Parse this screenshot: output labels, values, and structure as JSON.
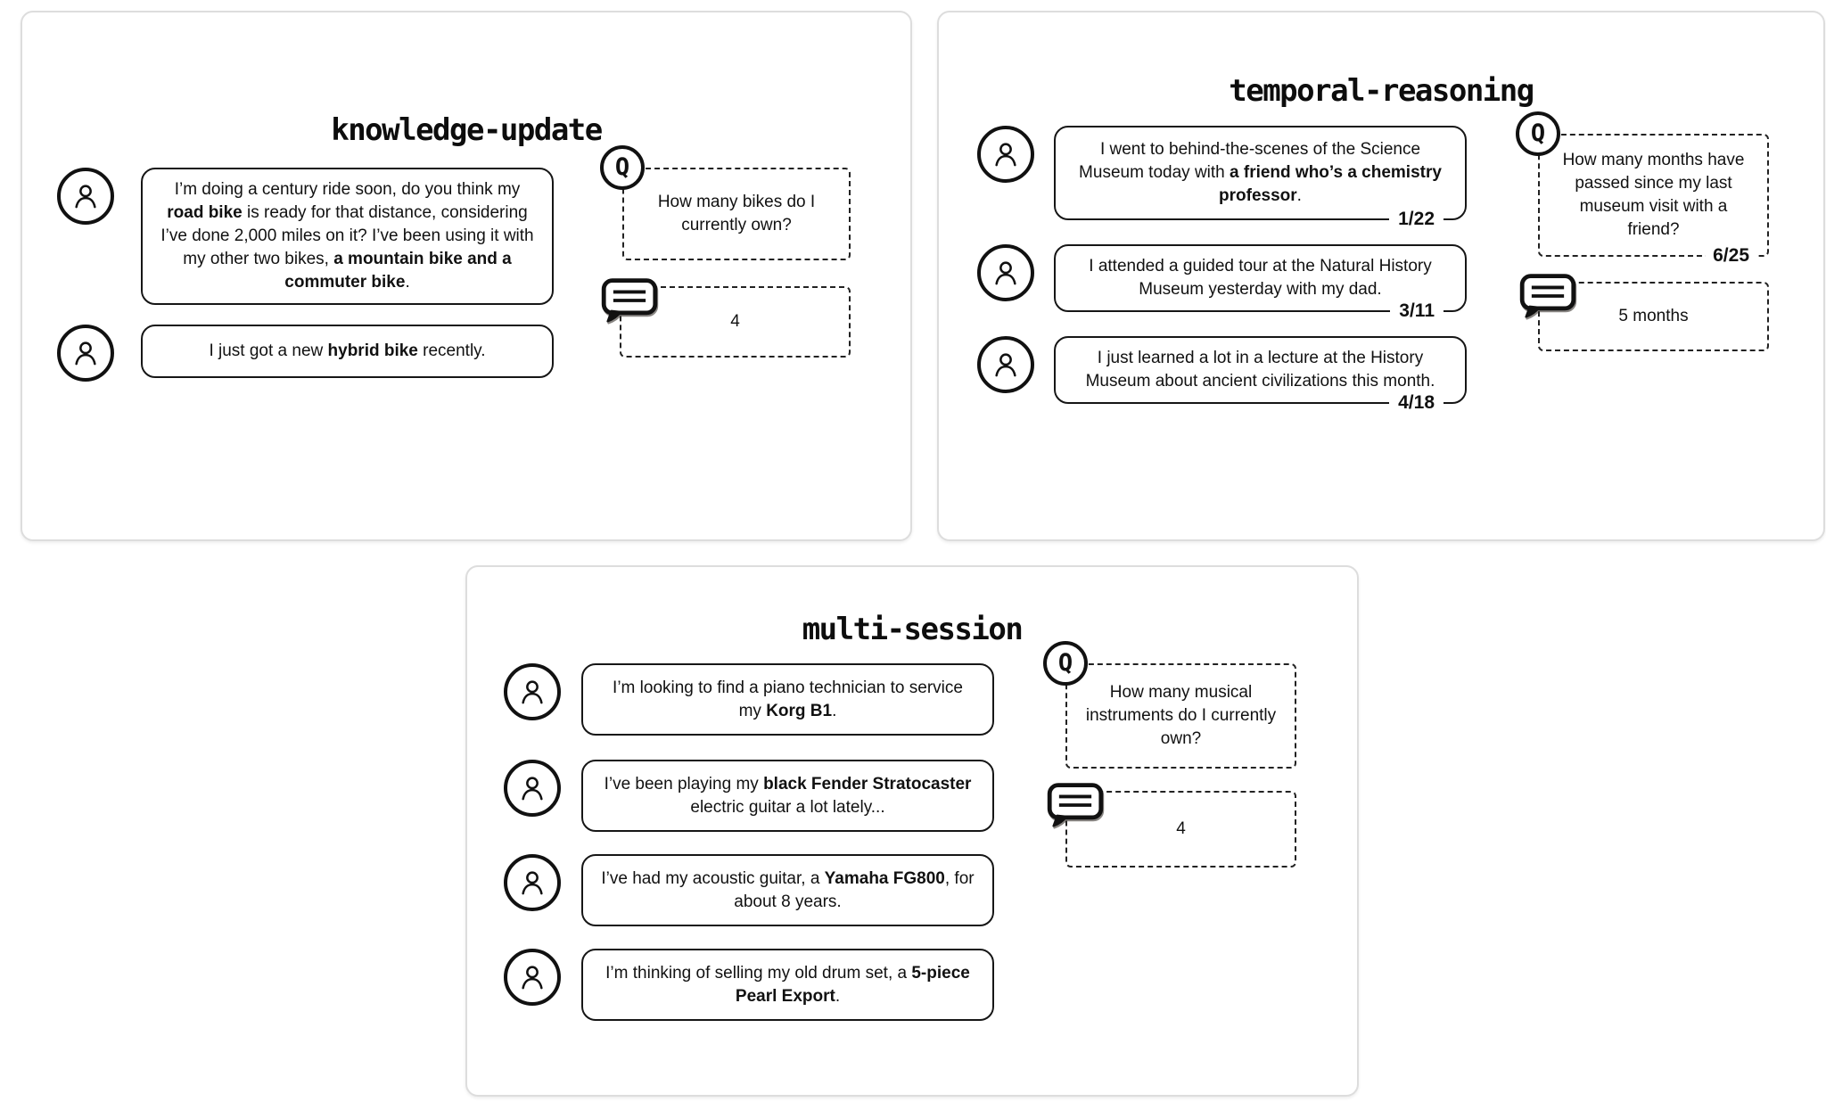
{
  "q_label": "Q",
  "colors": {
    "ink": "#111111",
    "panel_border": "#dddddd"
  },
  "panels": [
    {
      "title": "knowledge-update",
      "messages": [
        {
          "segments": [
            {
              "text": "I’m doing a century ride soon, do you think my ",
              "bold": false
            },
            {
              "text": "road bike",
              "bold": true
            },
            {
              "text": " is ready for that distance, considering I’ve done 2,000 miles on it? I’ve been using it with my other two bikes, ",
              "bold": false
            },
            {
              "text": "a mountain bike and a commuter bike",
              "bold": true
            },
            {
              "text": ".",
              "bold": false
            }
          ],
          "date": null
        },
        {
          "segments": [
            {
              "text": "I just got a new ",
              "bold": false
            },
            {
              "text": "hybrid bike",
              "bold": true
            },
            {
              "text": " recently.",
              "bold": false
            }
          ],
          "date": null
        }
      ],
      "question": {
        "text": "How many bikes do I currently own?",
        "date": null
      },
      "answer": {
        "text": "4"
      }
    },
    {
      "title": "temporal-reasoning",
      "messages": [
        {
          "segments": [
            {
              "text": "I went to behind-the-scenes of the Science Museum today with ",
              "bold": false
            },
            {
              "text": "a friend who’s a chemistry professor",
              "bold": true
            },
            {
              "text": ".",
              "bold": false
            }
          ],
          "date": "1/22"
        },
        {
          "segments": [
            {
              "text": "I attended a guided tour at the Natural History Museum yesterday with my dad.",
              "bold": false
            }
          ],
          "date": "3/11"
        },
        {
          "segments": [
            {
              "text": "I just learned a lot in a lecture at the History Museum about ancient civilizations this month.",
              "bold": false
            }
          ],
          "date": "4/18"
        }
      ],
      "question": {
        "text": "How many months have passed since my last museum visit with a friend?",
        "date": "6/25"
      },
      "answer": {
        "text": "5 months"
      }
    },
    {
      "title": "multi-session",
      "messages": [
        {
          "segments": [
            {
              "text": "I’m looking to find a piano technician to service my ",
              "bold": false
            },
            {
              "text": "Korg B1",
              "bold": true
            },
            {
              "text": ".",
              "bold": false
            }
          ],
          "date": null
        },
        {
          "segments": [
            {
              "text": "I’ve been playing my ",
              "bold": false
            },
            {
              "text": "black Fender Stratocaster",
              "bold": true
            },
            {
              "text": " electric guitar a lot lately...",
              "bold": false
            }
          ],
          "date": null
        },
        {
          "segments": [
            {
              "text": "I’ve had my acoustic guitar, a ",
              "bold": false
            },
            {
              "text": "Yamaha FG800",
              "bold": true
            },
            {
              "text": ", for about 8 years.",
              "bold": false
            }
          ],
          "date": null
        },
        {
          "segments": [
            {
              "text": "I’m thinking of selling my old drum set, a ",
              "bold": false
            },
            {
              "text": "5-piece Pearl Export",
              "bold": true
            },
            {
              "text": ".",
              "bold": false
            }
          ],
          "date": null
        }
      ],
      "question": {
        "text": "How many musical instruments do I currently own?",
        "date": null
      },
      "answer": {
        "text": "4"
      }
    }
  ]
}
